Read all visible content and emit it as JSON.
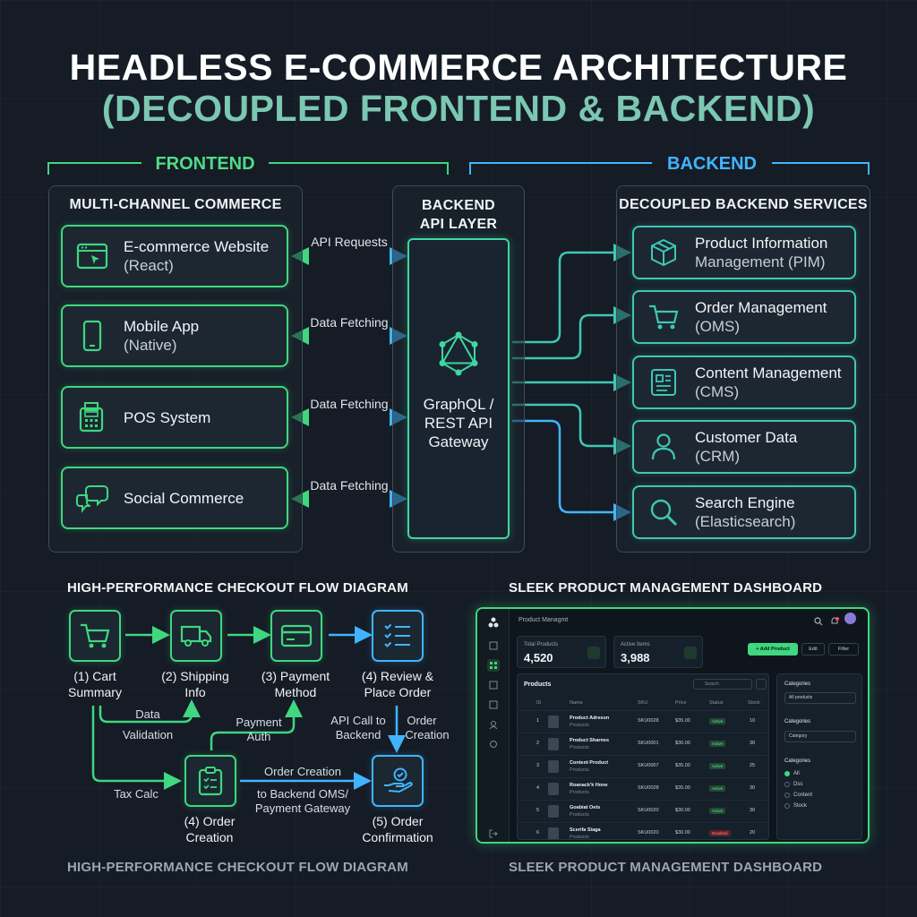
{
  "title": {
    "line1": "HEADLESS E-COMMERCE ARCHITECTURE",
    "line2": "(DECOUPLED FRONTEND & BACKEND)"
  },
  "sections": {
    "frontend": "FRONTEND",
    "backend": "BACKEND"
  },
  "frontend_panel": {
    "heading": "MULTI-CHANNEL COMMERCE",
    "channels": [
      {
        "name": "E-commerce Website",
        "sub": "(React)",
        "icon": "browser-icon"
      },
      {
        "name": "Mobile App",
        "sub": "(Native)",
        "icon": "mobile-icon"
      },
      {
        "name": "POS System",
        "sub": "",
        "icon": "pos-terminal-icon"
      },
      {
        "name": "Social Commerce",
        "sub": "",
        "icon": "chat-bubbles-icon"
      }
    ]
  },
  "connections": [
    "API Requests",
    "Data Fetching",
    "Data Fetching",
    "Data Fetching"
  ],
  "api_layer": {
    "heading_line1": "BACKEND",
    "heading_line2": "API LAYER",
    "gateway_line1": "GraphQL /",
    "gateway_line2": "REST API",
    "gateway_line3": "Gateway",
    "icon": "graphql-icon"
  },
  "backend_panel": {
    "heading": "DECOUPLED BACKEND SERVICES",
    "services": [
      {
        "name": "Product Information",
        "sub": "Management (PIM)",
        "icon": "package-icon"
      },
      {
        "name": "Order Management",
        "sub": "(OMS)",
        "icon": "cart-icon"
      },
      {
        "name": "Content Management",
        "sub": "(CMS)",
        "icon": "document-icon"
      },
      {
        "name": "Customer Data",
        "sub": "(CRM)",
        "icon": "user-icon"
      },
      {
        "name": "Search Engine",
        "sub": "(Elasticsearch)",
        "icon": "search-icon"
      }
    ]
  },
  "checkout": {
    "caption_top": "HIGH-PERFORMANCE CHECKOUT FLOW DIAGRAM",
    "caption_bottom": "HIGH-PERFORMANCE CHECKOUT FLOW DIAGRAM",
    "steps": [
      {
        "line1": "(1) Cart",
        "line2": "Summary"
      },
      {
        "line1": "(2) Shipping",
        "line2": "Info"
      },
      {
        "line1": "(3) Payment",
        "line2": "Method"
      },
      {
        "line1": "(4) Review &",
        "line2": "Place Order"
      },
      {
        "line1": "(4) Order",
        "line2": "Creation"
      },
      {
        "line1": "(5) Order",
        "line2": "Confirmation"
      }
    ],
    "notes": {
      "data": "Data",
      "validation": "Validation",
      "payment": "Payment",
      "auth": "Auth",
      "api_call_to": "API Call to",
      "backend": "Backend",
      "order": "Order",
      "creation": "Creation",
      "tax_calc": "Tax Calc",
      "order_creation": "Order Creation",
      "to_backend": "to Backend OMS/",
      "payment_gateway": "Payment Gateway"
    }
  },
  "dashboard": {
    "caption_top": "SLEEK PRODUCT MANAGEMENT DASHBOARD",
    "caption_bottom": "SLEEK PRODUCT MANAGEMENT DASHBOARD",
    "app_title": "Product Managmt",
    "stats": [
      {
        "label": "Total Products",
        "value": "4,520"
      },
      {
        "label": "Active Items",
        "value": "3,988"
      }
    ],
    "buttons": {
      "add": "+ Add Product",
      "edit": "Edit",
      "filter": "Filter"
    },
    "table": {
      "title": "Products",
      "search_placeholder": "Search",
      "columns": [
        "ID",
        "Name",
        "SKU",
        "Price",
        "Status",
        "Stock"
      ],
      "rows": [
        {
          "id": "1",
          "name": "Product Adressn",
          "sub": "Products",
          "sku": "SKU0028",
          "price": "$35.00",
          "status": "Active",
          "stock": "10"
        },
        {
          "id": "2",
          "name": "Product Sharnes",
          "sub": "Products",
          "sku": "SKU0001",
          "price": "$30.00",
          "status": "Active",
          "stock": "30"
        },
        {
          "id": "3",
          "name": "Content Product",
          "sub": "Products",
          "sku": "SKU0007",
          "price": "$35.00",
          "status": "Active",
          "stock": "25"
        },
        {
          "id": "4",
          "name": "Roanack'k Hone",
          "sub": "Products",
          "sku": "SKU0028",
          "price": "$35.00",
          "status": "Active",
          "stock": "30"
        },
        {
          "id": "5",
          "name": "Goabiat Oets",
          "sub": "Products",
          "sku": "SKU0020",
          "price": "$30.00",
          "status": "Active",
          "stock": "30"
        },
        {
          "id": "6",
          "name": "Scerifa Siaga",
          "sub": "Products",
          "sku": "SKU0020",
          "price": "$30.00",
          "status": "Disabled",
          "stock": "20"
        }
      ]
    },
    "filters": {
      "cat1": "Categories",
      "cat1_value": "All products",
      "cat2": "Categories",
      "cat2_value": "Category",
      "cat3": "Categories",
      "options": [
        "All",
        "Dss",
        "Content",
        "Stock"
      ]
    }
  },
  "colors": {
    "green": "#3fd77f",
    "teal": "#3ec7b3",
    "blue": "#42b4ff",
    "background": "#151c26"
  }
}
